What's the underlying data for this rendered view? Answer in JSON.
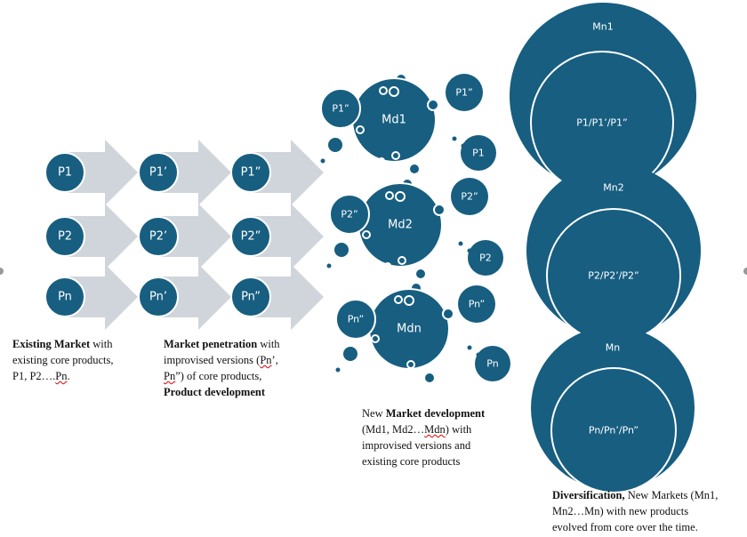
{
  "colors": {
    "primary": "#175e80",
    "arrow": "#d0d5db",
    "text": "#111111"
  },
  "stage1": {
    "products": [
      "P1",
      "P2",
      "Pn"
    ],
    "caption": {
      "bold": "Existing Market",
      "line1_rest": " with",
      "line2": "existing core products,",
      "line3_a": "P1, P2….",
      "line3_b": "Pn",
      "line3_c": "."
    }
  },
  "stage2": {
    "products": [
      "P1’",
      "P2’",
      "Pn’"
    ],
    "caption": {
      "bold": "Market penetration",
      "line1_rest": " with",
      "line2_a": "improvised versions (",
      "line2_b": "Pn",
      "line2_c": "’,",
      "line3_a": "Pn",
      "line3_b": "”) of core products,",
      "line4_bold": "Product development"
    }
  },
  "stage3": {
    "products": [
      "P1”",
      "P2”",
      "Pn”"
    ]
  },
  "stage4": {
    "markets": [
      {
        "name": "Md1",
        "left": "P1”",
        "right": "P1”",
        "core": "P1"
      },
      {
        "name": "Md2",
        "left": "P2”",
        "right": "P2”",
        "core": "P2"
      },
      {
        "name": "Mdn",
        "left": "Pn”",
        "right": "Pn”",
        "core": "Pn"
      }
    ],
    "caption": {
      "line1_a": "New ",
      "bold": "Market development",
      "line2_a": "(Md1, Md2…",
      "line2_b": "Mdn",
      "line2_c": ") with",
      "line3": "improvised versions and",
      "line4": "existing core products"
    }
  },
  "stage5": {
    "markets": [
      {
        "name": "Mn1",
        "products": "P1/P1’/P1”"
      },
      {
        "name": "Mn2",
        "products": "P2/P2’/P2”"
      },
      {
        "name": "Mn",
        "products": "Pn/Pn’/Pn”"
      }
    ],
    "caption": {
      "bold": "Diversification,",
      "line1_rest": " New Markets (Mn1,",
      "line2": "Mn2…Mn) with new products",
      "line3": "evolved from core over the time."
    }
  }
}
